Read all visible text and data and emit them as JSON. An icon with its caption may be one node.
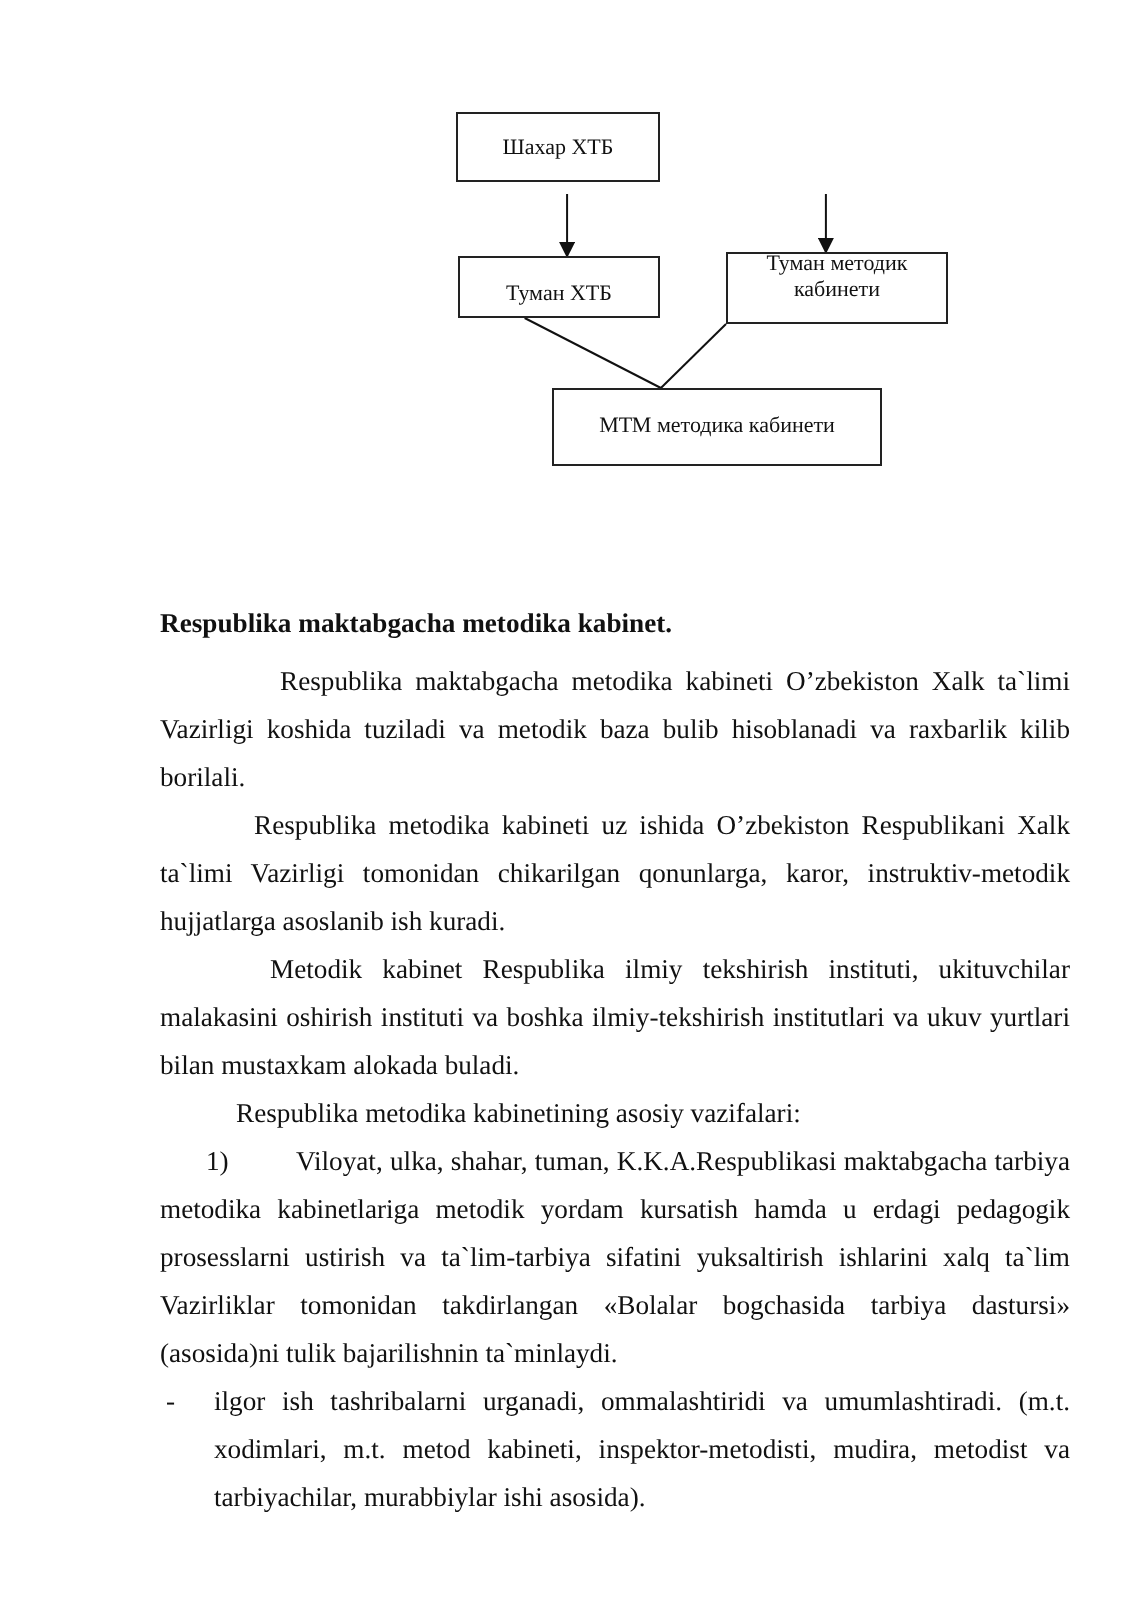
{
  "diagram": {
    "nodes": [
      {
        "text": [
          "Шахар ХТБ"
        ]
      },
      {
        "text": [
          "Туман ХТБ"
        ]
      },
      {
        "text": [
          "Туман методик кабинети"
        ]
      },
      {
        "text": [
          "МТМ методика кабинети"
        ]
      }
    ],
    "edges": [
      {
        "from": 0,
        "to": 1,
        "arrow": "to"
      },
      {
        "from": null,
        "to": 2,
        "arrow": "to"
      },
      {
        "from": 1,
        "to": 3,
        "arrow": "none"
      },
      {
        "from": 2,
        "to": 3,
        "arrow": "none"
      }
    ],
    "labels": [
      "Respublika maktabgacha metodika kabinet.",
      "Respublika maktabgacha metodika kabineti O’zbekiston Xalk ta`limi Vazirligi koshida tuziladi va metodik baza bulib hisoblanadi va raxbarlik kilib borilali.",
      "Respublika metodika kabineti uz ishida O’zbekiston Respublikani Xalk ta`limi Vazirligi tomonidan chikarilgan qonunlarga, karor, instruktiv-metodik hujjatlarga asoslanib ish kuradi.",
      "Metodik kabinet Respublika ilmiy tekshirish instituti, ukituvchilar malakasini oshirish instituti va boshka ilmiy-tekshirish institutlari va ukuv yurtlari bilan mustaxkam alokada buladi.",
      "Respublika metodika kabinetining asosiy vazifalari:",
      "1)",
      "Viloyat, ulka, shahar, tuman, K.K.A.Respublikasi maktabgacha tarbiya metodika kabinetlariga metodik yordam kursatish hamda u erdagi pedagogik prosesslarni ustirish va ta`lim-tarbiya sifatini yuksaltirish ishlarini xalq ta`lim Vazirliklar tomonidan takdirlangan «Bolalar bogchasida tarbiya dastursi» (asosida)ni tulik bajarilishnin ta`minlaydi.",
      "-",
      "ilgor ish tashribalarni urganadi, ommalashtiridi va umumlashtiradi. (m.t. xodimlari, m.t. metod kabineti, inspektor-metodisti, mudira, metodist va tarbiyachilar, murabbiylar ishi asosida)."
    ]
  }
}
